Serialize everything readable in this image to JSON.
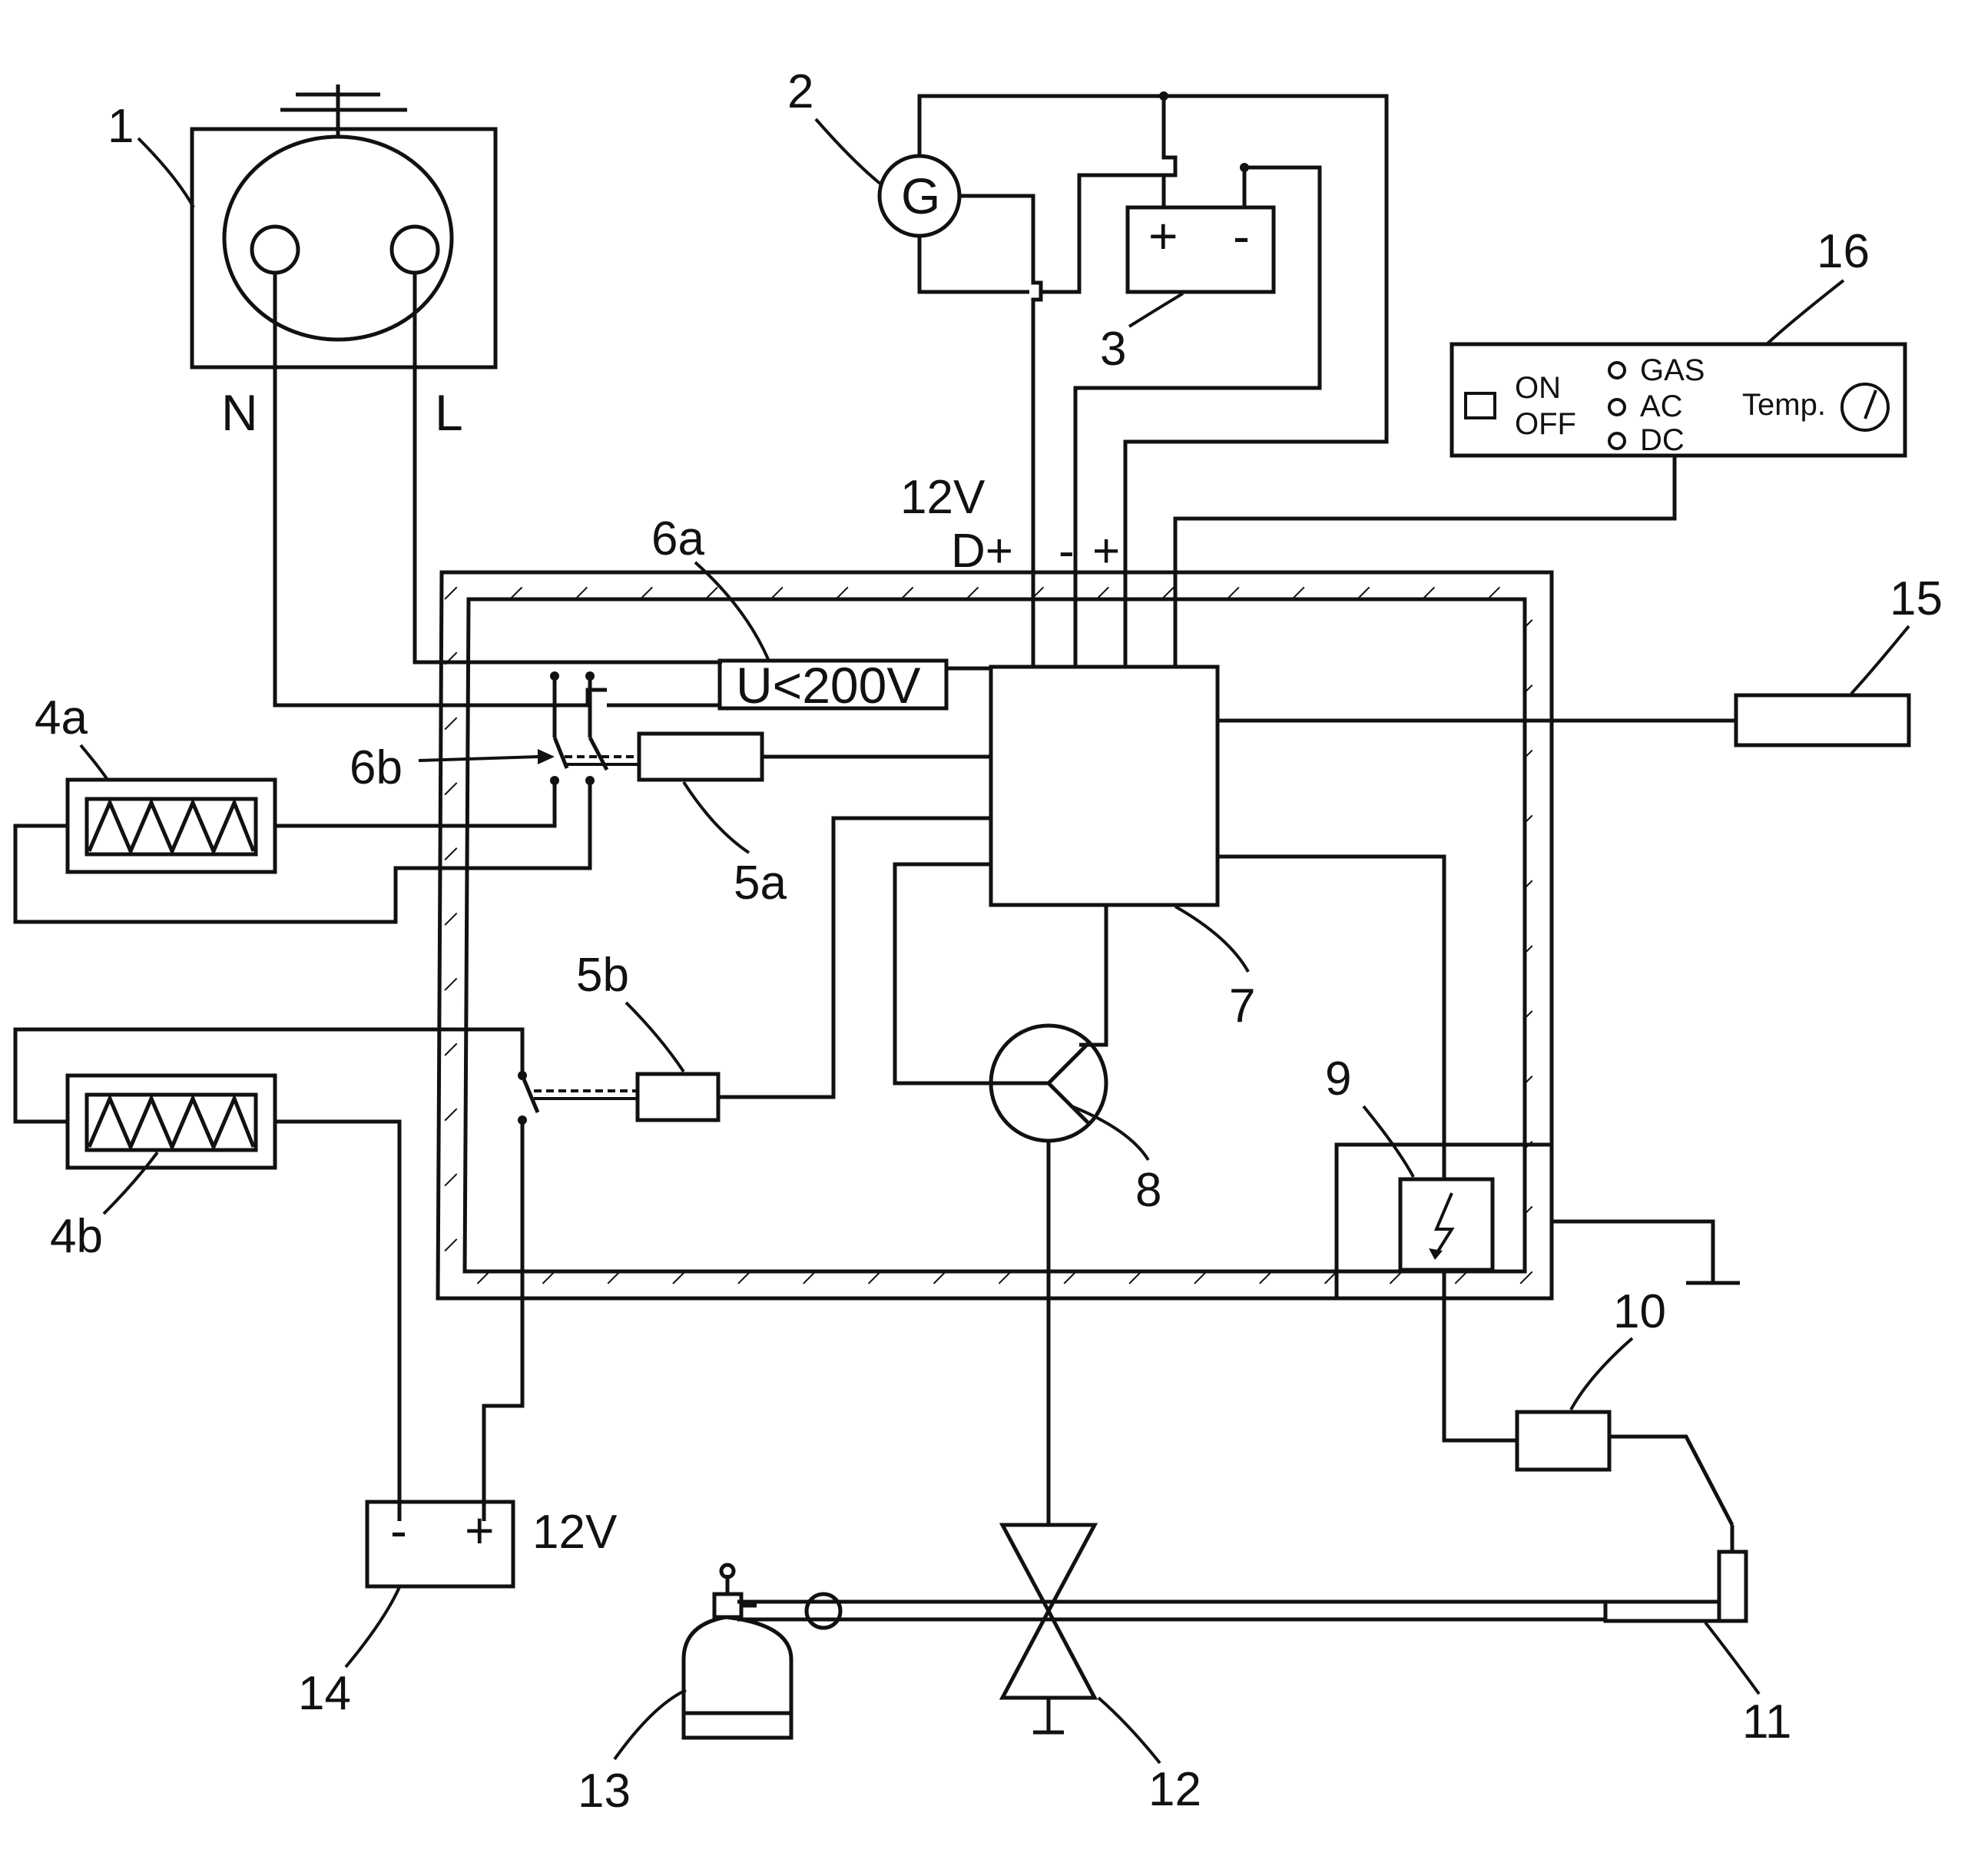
{
  "labels": {
    "n1": "1",
    "n2": "2",
    "n3": "3",
    "n4a": "4a",
    "n4b": "4b",
    "n5a": "5a",
    "n5b": "5b",
    "n6a": "6a",
    "n6b": "6b",
    "n7": "7",
    "n8": "8",
    "n9": "9",
    "n10": "10",
    "n11": "11",
    "n12": "12",
    "n13": "13",
    "n14": "14",
    "n15": "15",
    "n16": "16"
  },
  "socket": {
    "neutral": "N",
    "live": "L"
  },
  "generator": {
    "symbol": "G"
  },
  "battery3": {
    "plus": "+",
    "minus": "-"
  },
  "battery14": {
    "minus": "-",
    "plus": "+",
    "voltage": "12V"
  },
  "supply": {
    "voltage": "12V",
    "d_plus": "D+",
    "minus": "-",
    "plus": "+"
  },
  "voltage_monitor": {
    "text": "U<200V"
  },
  "control_panel": {
    "on": "ON",
    "off": "OFF",
    "gas": "GAS",
    "ac": "AC",
    "dc": "DC",
    "temp": "Temp."
  }
}
